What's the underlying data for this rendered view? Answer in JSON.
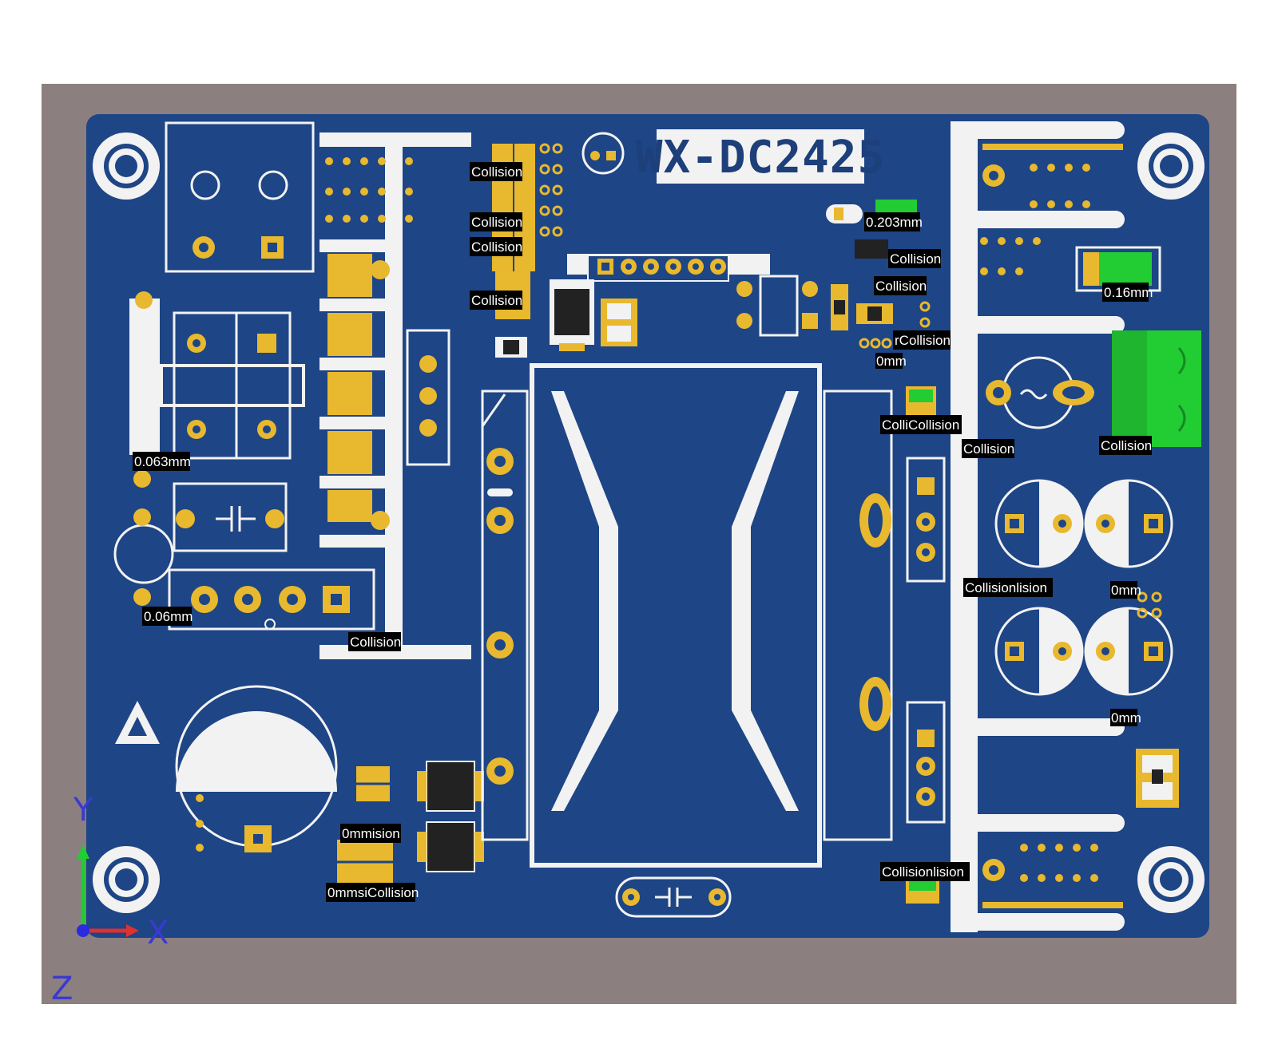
{
  "board": {
    "title": "WX-DC2425"
  },
  "colors": {
    "page_bg": "#ffffff",
    "viewport_bg": "#8c7f7f",
    "board": "#1e4585",
    "silk": "#f2f2f2",
    "pad": "#e8b82e",
    "pad_hole": "#1e4585",
    "label_bg": "#000000",
    "label_fg": "#ffffff",
    "highlight": "#22cc33"
  },
  "labels": {
    "collision": "Collision",
    "m0203": "0.203mm",
    "m016": "0.16mm",
    "m0063": "0.063mm",
    "m006": "0.06mm",
    "zero_mm": "0mm",
    "colli_collision": "ColliCollision",
    "collision_lision": "Collisionlision",
    "zero_mmision": "0mmision",
    "zero_mms_collision": "0mmsiCollision",
    "r_collision": "rCollision"
  },
  "axes": {
    "z": "Z",
    "x": "X",
    "y": "Y"
  }
}
